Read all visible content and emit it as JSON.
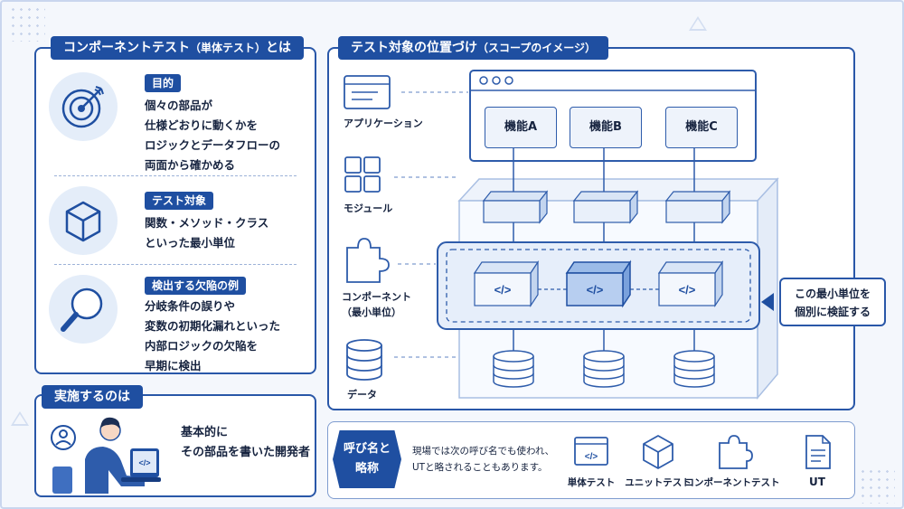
{
  "left_panel": {
    "title_main": "コンポーネントテスト",
    "title_sub": "（単体テスト）",
    "title_end": "とは",
    "items": [
      {
        "icon": "target-icon",
        "tag": "目的",
        "lines": [
          "個々の部品が",
          "仕様どおりに動くかを",
          "ロジックとデータフローの",
          "両面から確かめる"
        ]
      },
      {
        "icon": "cube-icon",
        "tag": "テスト対象",
        "lines": [
          "関数・メソッド・クラス",
          "といった最小単位"
        ]
      },
      {
        "icon": "magnifier-icon",
        "tag": "検出する欠陥の例",
        "lines": [
          "分岐条件の誤りや",
          "変数の初期化漏れといった",
          "内部ロジックの欠陥を",
          "早期に検出"
        ]
      }
    ]
  },
  "who_panel": {
    "title": "実施するのは",
    "lines": [
      "基本的に",
      "その部品を書いた開発者"
    ],
    "icons": [
      "person-icon",
      "developer-illustration",
      "laptop-code-icon"
    ]
  },
  "diagram": {
    "title_main": "テスト対象の位置づけ",
    "title_sub": "（スコープのイメージ）",
    "labels": {
      "application": "アプリケーション",
      "module": "モジュール",
      "component_line1": "コンポーネント",
      "component_line2": "（最小単位）",
      "data": "データ"
    },
    "features": [
      "機能A",
      "機能B",
      "機能C"
    ],
    "code_symbol": "</>",
    "callout": [
      "この最小単位を",
      "個別に検証する"
    ],
    "colors": {
      "accent": "#1f4fa1",
      "line": "#2e5cab",
      "fill_light": "#e4edf9",
      "highlight": "#9bbbe8"
    }
  },
  "nicknames": {
    "badge": [
      "呼び名と",
      "略称"
    ],
    "text": [
      "現場では次の呼び名でも使われ、",
      "UTと略されることもあります。"
    ],
    "items": [
      {
        "icon": "window-code-icon",
        "label": "単体テスト"
      },
      {
        "icon": "cube-icon",
        "label": "ユニットテスト"
      },
      {
        "icon": "puzzle-icon",
        "label": "コンポーネントテスト"
      },
      {
        "icon": "document-icon",
        "label": "UT"
      }
    ]
  }
}
